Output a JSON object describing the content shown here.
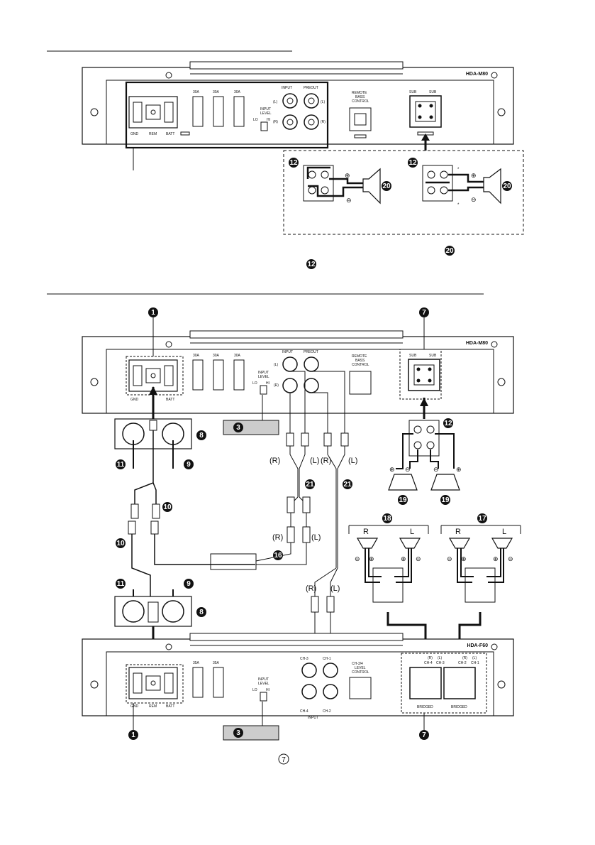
{
  "amp_top": {
    "model": "HDA-M80",
    "fuses": [
      "30A",
      "30A",
      "30A"
    ],
    "power_labels": [
      "GND",
      "REM",
      "BATT"
    ],
    "input_label": "INPUT",
    "preout_label": "PREOUT",
    "ch_l": "(L)",
    "ch_r": "(R)",
    "input_level": [
      "INPUT",
      "LEVEL"
    ],
    "lo": "LO",
    "hi": "HI",
    "remote": [
      "REMOTE",
      "BASS",
      "CONTROL"
    ],
    "sub": "SUB"
  },
  "amp_bottom": {
    "model": "HDA-F60",
    "fuses": [
      "35A",
      "35A"
    ],
    "power_labels": [
      "GND",
      "REM",
      "BATT"
    ],
    "inputs": [
      "CH-3",
      "CH-1",
      "CH-4",
      "CH-2"
    ],
    "input_label": "INPUT",
    "level": [
      "CH-3/4",
      "LEVEL",
      "CONTROL"
    ],
    "out_labels": [
      "(R)",
      "(L)",
      "(R)",
      "(L)"
    ],
    "out_ch": [
      "CH-4",
      "CH-3",
      "CH-2",
      "CH-1"
    ],
    "bridged": "BRIDGED"
  },
  "callouts": {
    "n1": "1",
    "n3": "3",
    "n7": "7",
    "n8": "8",
    "n9": "9",
    "n10": "10",
    "n11": "11",
    "n12": "12",
    "n16": "16",
    "n17": "17",
    "n18": "18",
    "n19": "19",
    "n20": "20",
    "n21": "21"
  },
  "signs": {
    "plus": "⊕",
    "minus": "⊖",
    "asterisk": "*"
  },
  "rca": {
    "r": "(R)",
    "l": "(L)"
  },
  "speaker_lr": {
    "r": "R",
    "l": "L"
  },
  "notes": {
    "n20": "20",
    "n12": "12",
    "n7": "7"
  }
}
